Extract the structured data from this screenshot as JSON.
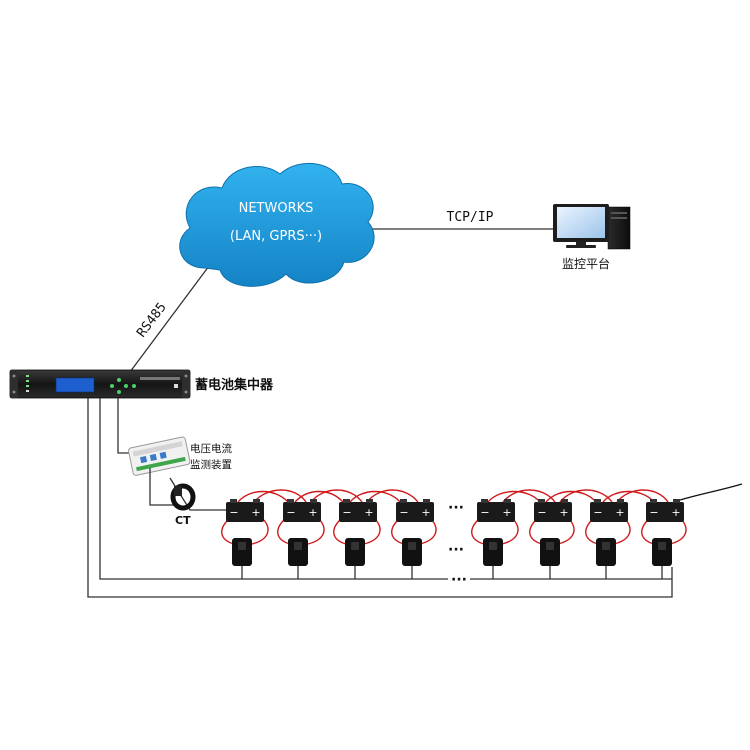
{
  "cloud": {
    "line1": "NETWORKS",
    "line2": "(LAN, GPRS···)"
  },
  "links": {
    "tcp": "TCP/IP",
    "rs485": "RS485"
  },
  "monitor": {
    "label": "监控平台"
  },
  "concentrator": {
    "label": "蓄电池集中器"
  },
  "sensor": {
    "label_line1": "电压电流",
    "label_line2": "监测装置"
  },
  "ct": {
    "label": "CT"
  },
  "battery": {
    "minus": "−",
    "plus": "+"
  },
  "ellipsis": {
    "top": "···",
    "mid": "···",
    "bottom": "···"
  },
  "colors": {
    "cloud": "#1f9ad9",
    "cable": "#d0191b",
    "battery": "#1a1a1a",
    "rack": "#1b1b1b",
    "screen": "#1d5fcf"
  }
}
